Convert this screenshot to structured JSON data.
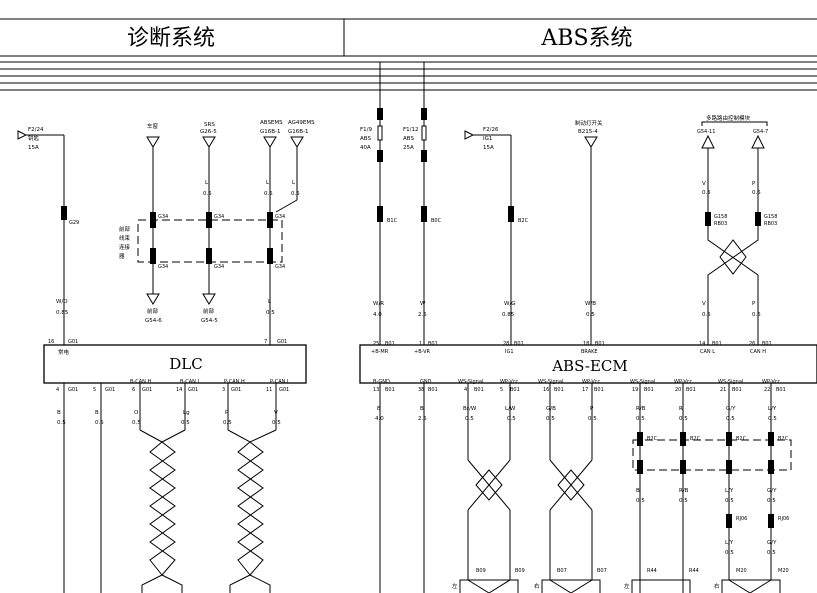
{
  "header": {
    "left_title": "诊断系统",
    "right_title": "ABS系统"
  },
  "modules": {
    "dlc": "DLC",
    "abs_ecm": "ABS-ECM"
  },
  "dlc_section": {
    "fuse_label_1": "F2/24",
    "fuse_label_2": "钥匙",
    "fuse_label_3": "15A",
    "g29": "G29",
    "wire_main": "W/O",
    "wire_main_size": "0.85",
    "pin_top_left": "16",
    "pin_top_left_conn": "G01",
    "pin_label_top_left": "常电",
    "pin_top_right": "7",
    "pin_top_right_conn": "G01",
    "bus_labels": [
      "车窗",
      "SRS",
      "ABSEMS",
      "AG49EMS"
    ],
    "bus_codes": [
      "",
      "G26-5",
      "G16B-1",
      "G16B-1"
    ],
    "bus_wires": [
      "L",
      "L",
      "L"
    ],
    "bus_sizes": [
      "0.5",
      "0.5",
      "0.5"
    ],
    "connector_side_text": [
      "前部",
      "线束",
      "连接",
      "器"
    ],
    "g34_top": [
      "G34",
      "G34",
      "G34"
    ],
    "g34_bottom": [
      "G34",
      "G34",
      "G34"
    ],
    "ground_labels": [
      "前部",
      "前部"
    ],
    "ground_codes": [
      "G54-6",
      "G54-5"
    ],
    "out_wire": "L",
    "out_size": "0.5",
    "bottom_pins": [
      {
        "pin": "4",
        "conn": "G01",
        "wire": "B",
        "size": "0.5"
      },
      {
        "pin": "5",
        "conn": "G01",
        "wire": "B",
        "size": "0.5"
      },
      {
        "pin": "6",
        "conn": "G01",
        "label": "B-CAN H",
        "wire": "O",
        "size": "0.5"
      },
      {
        "pin": "14",
        "conn": "G01",
        "label": "B-CAN L",
        "wire": "Lg",
        "size": "0.5"
      },
      {
        "pin": "3",
        "conn": "G01",
        "label": "P-CAN H",
        "wire": "P",
        "size": "0.5"
      },
      {
        "pin": "11",
        "conn": "G01",
        "label": "P-CAN L",
        "wire": "V",
        "size": "0.5"
      }
    ]
  },
  "abs_section": {
    "fuses": [
      {
        "line1": "F1/9",
        "line2": "ABS",
        "line3": "40A",
        "conn": "B1C",
        "wire": "W/R",
        "size": "4.0",
        "pin": "25",
        "pin_conn": "B01",
        "pin_label": "+B-MR"
      },
      {
        "line1": "F1/12",
        "line2": "ABS",
        "line3": "25A",
        "conn": "B0C",
        "wire": "W",
        "size": "2.5",
        "pin": "1",
        "pin_conn": "B01",
        "pin_label": "+B-VR"
      }
    ],
    "ign": {
      "line1": "F2/26",
      "line2": "IG1",
      "line3": "15A",
      "conn": "B2C",
      "wire": "W/G",
      "size": "0.85",
      "pin": "28",
      "pin_conn": "B01",
      "pin_label": "IG1"
    },
    "brake": {
      "line1": "制动灯开关",
      "line2": "B215-4",
      "wire": "W/B",
      "size": "0.5",
      "pin": "18",
      "pin_conn": "B01",
      "pin_label": "BRAKE"
    },
    "multiplex": {
      "title": "多路路由控制模块",
      "codes": [
        "G54-11",
        "G54-7"
      ],
      "wires": [
        "V",
        "P"
      ],
      "sizes": [
        "0.5",
        "0.5"
      ],
      "conn_left": "G158",
      "conn_right": "G158",
      "conn_left_b": "RB03",
      "conn_right_b": "RB03",
      "lower_wires": [
        "V",
        "P"
      ],
      "lower_sizes": [
        "0.5",
        "0.5"
      ],
      "pins": [
        {
          "pin": "14",
          "conn": "B01",
          "label": "CAN L"
        },
        {
          "pin": "26",
          "conn": "B01",
          "label": "CAN H"
        }
      ]
    },
    "bottom_pins": [
      {
        "pin": "13",
        "conn": "B01",
        "label": "B-GND",
        "wire": "B",
        "size": "4.0"
      },
      {
        "pin": "38",
        "conn": "B01",
        "label": "GND",
        "wire": "B",
        "size": "2.5"
      },
      {
        "pin": "4",
        "conn": "B01",
        "label": "WS-Signal",
        "wire": "Br/W",
        "size": "0.5"
      },
      {
        "pin": "5",
        "conn": "B01",
        "label": "WP-Vcc",
        "wire": "L/W",
        "size": "0.5"
      },
      {
        "pin": "16",
        "conn": "B01",
        "label": "WS-Signal",
        "wire": "G/B",
        "size": "0.5"
      },
      {
        "pin": "17",
        "conn": "B01",
        "label": "WP-Vcc",
        "wire": "P",
        "size": "0.5"
      },
      {
        "pin": "19",
        "conn": "B01",
        "label": "WS-Signal",
        "wire": "R/B",
        "size": "0.5"
      },
      {
        "pin": "20",
        "conn": "B01",
        "label": "WP-Vcc",
        "wire": "R",
        "size": "0.5"
      },
      {
        "pin": "21",
        "conn": "B01",
        "label": "WS-Signal",
        "wire": "G/Y",
        "size": "0.5"
      },
      {
        "pin": "22",
        "conn": "B01",
        "label": "WP-Vcc",
        "wire": "L/Y",
        "size": "0.5"
      }
    ],
    "rear_connectors": [
      "B2C",
      "B2C",
      "B2C",
      "B2C"
    ],
    "rear_wires_lower": [
      {
        "wire": "B",
        "size": "0.5"
      },
      {
        "wire": "R/B",
        "size": "0.5"
      },
      {
        "wire": "L/Y",
        "size": "0.5"
      },
      {
        "wire": "G/Y",
        "size": "0.5"
      }
    ],
    "sensor_conns": [
      "RJ06",
      "RJ06"
    ],
    "sensor_wires": [
      {
        "wire": "L/Y",
        "size": "0.5"
      },
      {
        "wire": "G/Y",
        "size": "0.5"
      }
    ],
    "bottom_conn_codes": [
      "B09",
      "B09",
      "B07",
      "B07",
      "R44",
      "R44",
      "M20",
      "M20"
    ],
    "side_chars": [
      "左",
      "右",
      "左",
      "右"
    ]
  }
}
